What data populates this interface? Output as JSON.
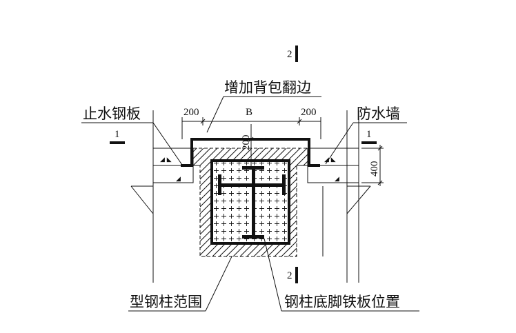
{
  "labels": {
    "overflow_edge": "增加背包翻边",
    "waterstop_plate": "止水钢板",
    "waterproof_wall": "防水墙",
    "steel_column_range": "型钢柱范围",
    "base_plate_position": "钢柱底脚铁板位置"
  },
  "dimensions": {
    "left_ext": "200",
    "width": "B",
    "right_ext": "200",
    "height_200": "200",
    "height_400": "400"
  },
  "section_marks": {
    "top": "2",
    "bottom": "2",
    "left": "1",
    "right": "1"
  }
}
